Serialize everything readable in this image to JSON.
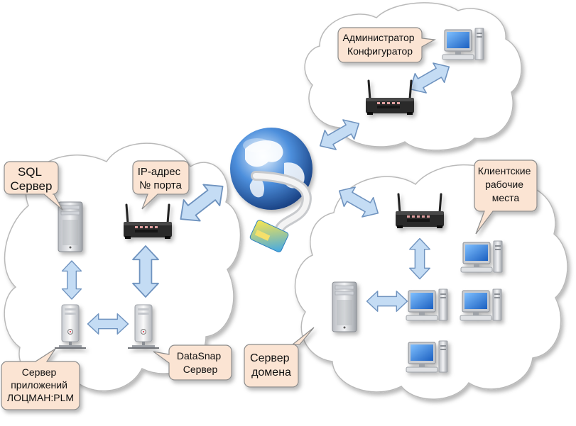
{
  "labels": {
    "sql_server": [
      "SQL",
      "Сервер"
    ],
    "ip_port": [
      "IP-адрес",
      "№ порта"
    ],
    "app_server": [
      "Сервер",
      "приложений",
      "ЛОЦМАН:PLM"
    ],
    "datasnap": [
      "DataSnap",
      "Сервер"
    ],
    "admin": [
      "Администратор",
      "Конфигуратор"
    ],
    "clients": [
      "Клиентские",
      "рабочие",
      "места"
    ],
    "domain_server": [
      "Сервер",
      "домена"
    ]
  },
  "colors": {
    "callout_fill": "#fbe4d3",
    "callout_stroke": "#8c8c8c",
    "arrow_fill": "#c4dcf4",
    "arrow_stroke": "#6f93bf",
    "cloud_stroke": "#b9b9b9"
  },
  "icons": [
    "globe-icon",
    "network-cable-icon",
    "router-icon",
    "server-tower-icon",
    "workstation-icon",
    "server-unit-icon"
  ]
}
